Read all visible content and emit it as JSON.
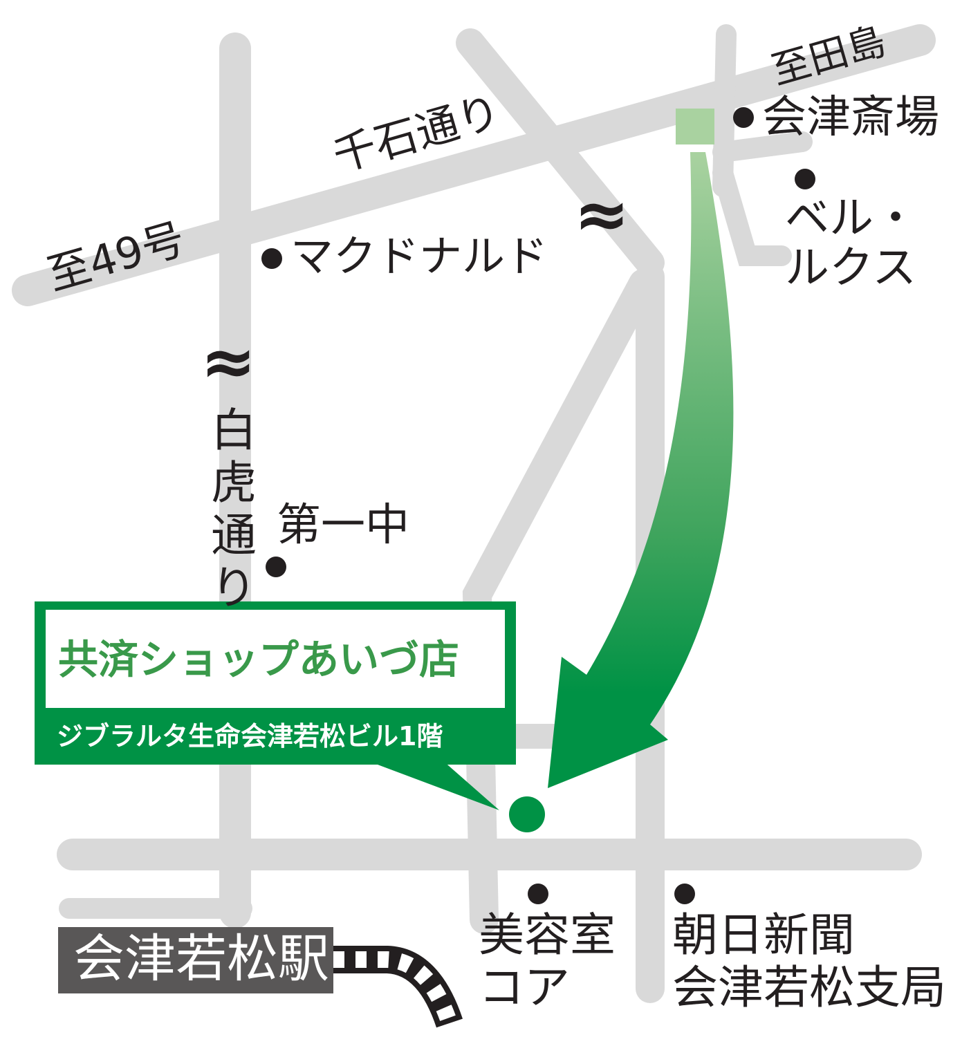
{
  "colors": {
    "road": "#d9d9d9",
    "text": "#231f20",
    "accent_green": "#009245",
    "title_green": "#39994a",
    "station_gray": "#595757"
  },
  "roads": {
    "sengoku": "千石通り",
    "byakko_chars": [
      "白",
      "虎",
      "通",
      "り"
    ]
  },
  "directions": {
    "to_route49": "至49号",
    "to_tajima": "至田島"
  },
  "landmarks": {
    "mcdonalds": "マクドナルド",
    "saijo": "会津斎場",
    "bell_line1": "ベル・",
    "bell_line2": "ルクス",
    "school": "第一中",
    "salon_line1": "美容室",
    "salon_line2": "コア",
    "asahi_line1": "朝日新聞",
    "asahi_line2": "会津若松支局"
  },
  "shop": {
    "name": "共済ショップあいづ店",
    "address": "ジブラルタ生命会津若松ビル1階"
  },
  "station": {
    "name": "会津若松駅"
  },
  "symbols": {
    "wave": "≈"
  },
  "icons": [
    "map-pin-icon",
    "direction-arrow-icon",
    "railway-icon",
    "wave-break-icon"
  ]
}
